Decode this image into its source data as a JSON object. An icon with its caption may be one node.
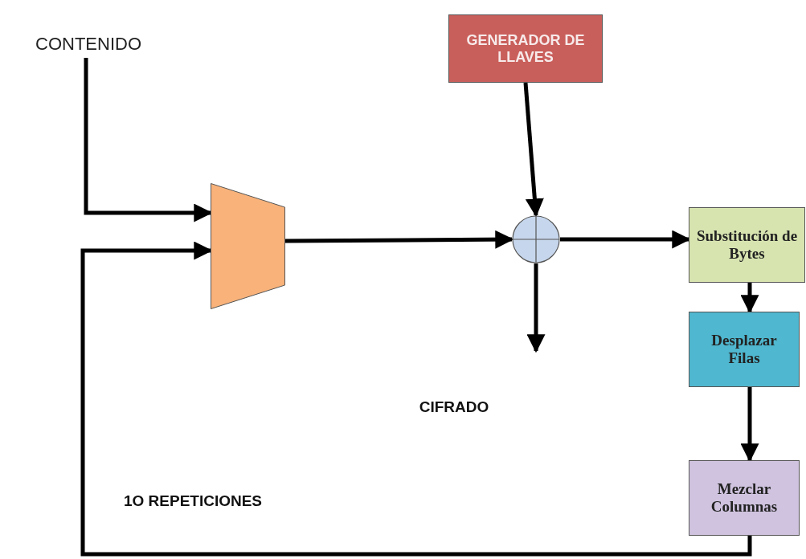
{
  "diagram": {
    "nodes": [
      {
        "text": [
          "CONTENIDO"
        ]
      },
      {
        "text": [
          "GENERADOR DE LLAVES"
        ]
      },
      {
        "text": [],
        "shape": "trapezoid"
      },
      {
        "text": [],
        "shape": "circle"
      },
      {
        "text": [
          "Substitución de Bytes"
        ]
      },
      {
        "text": [
          "Desplazar Filas"
        ]
      },
      {
        "text": [
          "Mezclar Columnas"
        ]
      }
    ],
    "edges": [
      {
        "from": 0,
        "to": 2,
        "arrow": "to"
      },
      {
        "from": 6,
        "to": 2,
        "arrow": "to"
      },
      {
        "from": 2,
        "to": 3,
        "arrow": "to"
      },
      {
        "from": 1,
        "to": 3,
        "arrow": "to"
      },
      {
        "from": 3,
        "to": 4,
        "arrow": "to"
      },
      {
        "from": 4,
        "to": 5,
        "arrow": "to"
      },
      {
        "from": 5,
        "to": 6,
        "arrow": "to"
      },
      {
        "from": 3,
        "to": null,
        "arrow": "to"
      }
    ],
    "labels": [
      "CIFRADO",
      "1O REPETICIONES"
    ]
  }
}
